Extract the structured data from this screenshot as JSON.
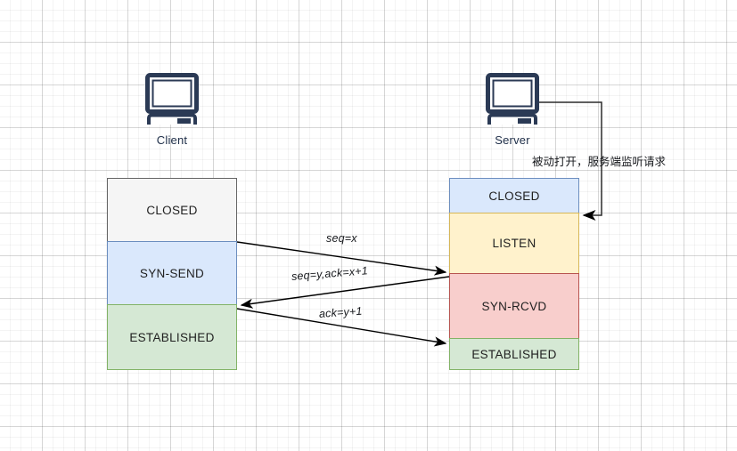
{
  "diagram": {
    "title": "TCP three-way handshake state diagram",
    "background": {
      "color": "#ffffff",
      "grid_minor": "12px",
      "grid_major": "48px"
    },
    "hosts": [
      {
        "id": "client",
        "label": "Client",
        "icon": "computer-icon",
        "color": "#20304a"
      },
      {
        "id": "server",
        "label": "Server",
        "icon": "computer-icon",
        "color": "#20304a"
      }
    ],
    "client_states": [
      {
        "label": "CLOSED",
        "fill": "#f5f5f5",
        "stroke": "#666666"
      },
      {
        "label": "SYN-SEND",
        "fill": "#dae8fc",
        "stroke": "#6c8ebf"
      },
      {
        "label": "ESTABLISHED",
        "fill": "#d5e8d4",
        "stroke": "#82b366"
      }
    ],
    "server_states": [
      {
        "label": "CLOSED",
        "fill": "#dae8fc",
        "stroke": "#6c8ebf"
      },
      {
        "label": "LISTEN",
        "fill": "#fff2cc",
        "stroke": "#d6b656"
      },
      {
        "label": "SYN-RCVD",
        "fill": "#f8cecc",
        "stroke": "#b85450"
      },
      {
        "label": "ESTABLISHED",
        "fill": "#d5e8d4",
        "stroke": "#82b366"
      }
    ],
    "messages": [
      {
        "id": "syn",
        "label": "seq=x",
        "direction": "client-to-server"
      },
      {
        "id": "syn-ack",
        "label": "seq=y,ack=x+1",
        "direction": "server-to-client"
      },
      {
        "id": "ack",
        "label": "ack=y+1",
        "direction": "client-to-server"
      }
    ],
    "notes": [
      {
        "id": "passive-open",
        "label": "被动打开，服务端监听请求"
      }
    ],
    "stroke_color": "#000000"
  }
}
